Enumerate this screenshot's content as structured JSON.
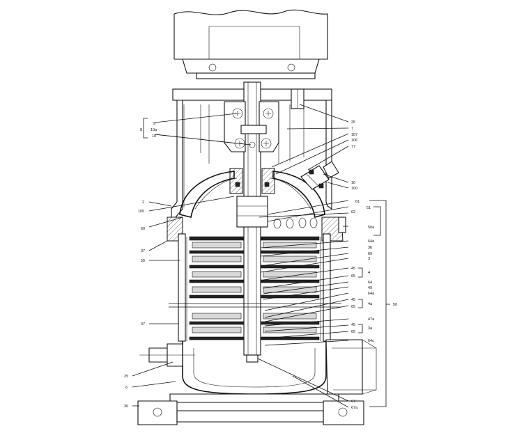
{
  "labels": {
    "l_9": "9",
    "l_10a": "10a",
    "l_10": "10",
    "l_8": "8",
    "l_25_top": "25",
    "l_7": "7",
    "l_107": "107",
    "l_106": "106",
    "l_77": "77",
    "l_2": "2",
    "l_105": "105",
    "l_60": "60",
    "l_37_top": "37",
    "l_55": "55",
    "l_16": "16",
    "l_100": "100",
    "l_61": "61",
    "l_51": "51",
    "l_62": "62",
    "l_50a": "50a",
    "l_64a": "64a",
    "l_3b": "3b",
    "l_69": "69",
    "l_3": "3",
    "l_45_a": "45",
    "l_4": "4",
    "l_65_a": "65",
    "l_64": "64",
    "l_49": "49",
    "l_64a_2": "64a",
    "l_45_b": "45",
    "l_65_b": "65",
    "l_4a": "4a",
    "l_50": "50",
    "l_47a": "47a",
    "l_45_c": "45",
    "l_65_c": "65",
    "l_3a": "3a",
    "l_64c": "64c",
    "l_37_bot": "37",
    "l_25_bot": "25",
    "l_6": "6",
    "l_36": "36",
    "l_67": "67",
    "l_67a": "67a"
  }
}
